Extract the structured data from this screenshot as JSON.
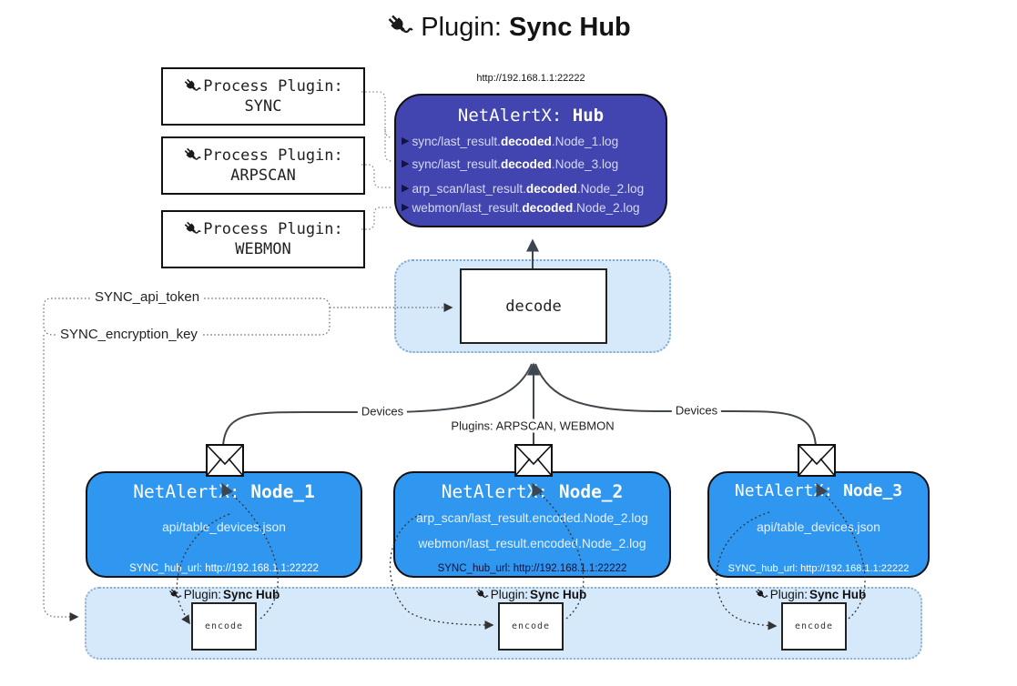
{
  "title": {
    "prefix": "Plugin: ",
    "name": "Sync Hub"
  },
  "process_plugins": [
    {
      "label": "Process Plugin:",
      "name": "SYNC"
    },
    {
      "label": "Process Plugin:",
      "name": "ARPSCAN"
    },
    {
      "label": "Process Plugin:",
      "name": "WEBMON"
    }
  ],
  "hub": {
    "url": "http://192.168.1.1:22222",
    "title_prefix": "NetAlertX: ",
    "title_name": "Hub",
    "logs": [
      {
        "pre": "sync/last_result.",
        "bold": "decoded",
        "post": ".Node_1.log"
      },
      {
        "pre": "sync/last_result.",
        "bold": "decoded",
        "post": ".Node_3.log"
      },
      {
        "pre": "arp_scan/last_result.",
        "bold": "decoded",
        "post": ".Node_2.log"
      },
      {
        "pre": "webmon/last_result.",
        "bold": "decoded",
        "post": ".Node_2.log"
      }
    ]
  },
  "decode": {
    "label": "decode"
  },
  "settings": {
    "api_token": "SYNC_api_token",
    "encryption_key": "SYNC_encryption_key"
  },
  "edge_labels": {
    "devices_left": "Devices",
    "devices_right": "Devices",
    "plugins_mid": "Plugins: ARPSCAN, WEBMON"
  },
  "nodes": [
    {
      "title_prefix": "NetAlertX: ",
      "title_name": "Node_1",
      "files": [
        "api/table_devices.json"
      ],
      "hub_url": "SYNC_hub_url: http://192.168.1.1:22222"
    },
    {
      "title_prefix": "NetAlertX: ",
      "title_name": "Node_2",
      "files": [
        "arp_scan/last_result.encoded.Node_2.log",
        "webmon/last_result.encoded.Node_2.log"
      ],
      "hub_url": "SYNC_hub_url: http://192.168.1.1:22222"
    },
    {
      "title_prefix": "NetAlertX: ",
      "title_name": "Node_3",
      "files": [
        "api/table_devices.json"
      ],
      "hub_url": "SYNC_hub_url: http://192.168.1.1:22222"
    }
  ],
  "encoders": [
    {
      "label_prefix": "Plugin: ",
      "label_name": "Sync Hub",
      "box": "encode"
    },
    {
      "label_prefix": "Plugin: ",
      "label_name": "Sync Hub",
      "box": "encode"
    },
    {
      "label_prefix": "Plugin: ",
      "label_name": "Sync Hub",
      "box": "encode"
    }
  ],
  "colors": {
    "hub_bg": "#4245af",
    "node_bg": "#2f97f0",
    "panel_bg": "#d6e9fa"
  }
}
